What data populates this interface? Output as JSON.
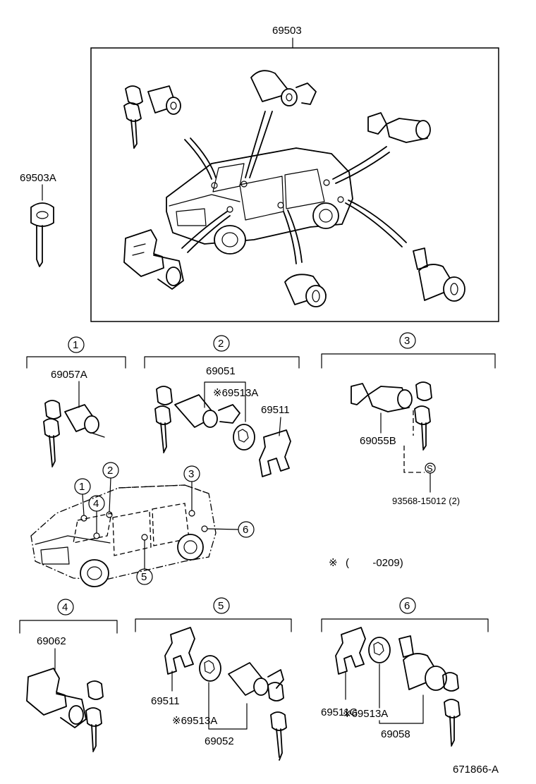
{
  "top_assembly": {
    "part_no": "69503"
  },
  "master_key": {
    "part_no": "69503A"
  },
  "sections": [
    {
      "num": "1",
      "parts": [
        "69057A"
      ]
    },
    {
      "num": "2",
      "parts": [
        "69051",
        "※69513A",
        "69511"
      ]
    },
    {
      "num": "3",
      "parts": [
        "69055B",
        "93568-15012 (2)"
      ],
      "screw_symbol": "S"
    },
    {
      "num": "4",
      "parts": [
        "69062"
      ]
    },
    {
      "num": "5",
      "parts": [
        "69511",
        "※69513A",
        "69052"
      ]
    },
    {
      "num": "6",
      "parts": [
        "69511G",
        "※69513A",
        "69058"
      ]
    }
  ],
  "location_markers": [
    "1",
    "2",
    "3",
    "4",
    "5",
    "6"
  ],
  "note": {
    "symbol": "※",
    "text": "(        -0209)"
  },
  "diagram_id": "671866-A"
}
